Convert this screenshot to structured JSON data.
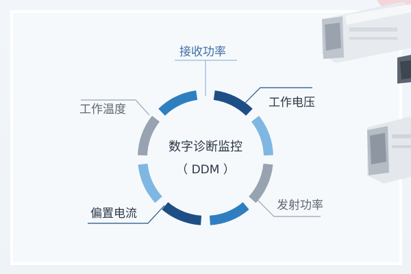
{
  "diagram": {
    "center": {
      "title": "数字诊断监控",
      "subtitle": "（ DDM ）"
    },
    "items": [
      {
        "label": "接收功率"
      },
      {
        "label": "工作电压"
      },
      {
        "label": "发射功率"
      },
      {
        "label": "偏置电流"
      },
      {
        "label": "工作温度"
      }
    ]
  },
  "colors": {
    "dark_navy": "#1d4f86",
    "medium_blue": "#2f7fc0",
    "light_blue": "#7fb7e2",
    "gray": "#97a3b0",
    "top_label": "#3f6fa8"
  }
}
